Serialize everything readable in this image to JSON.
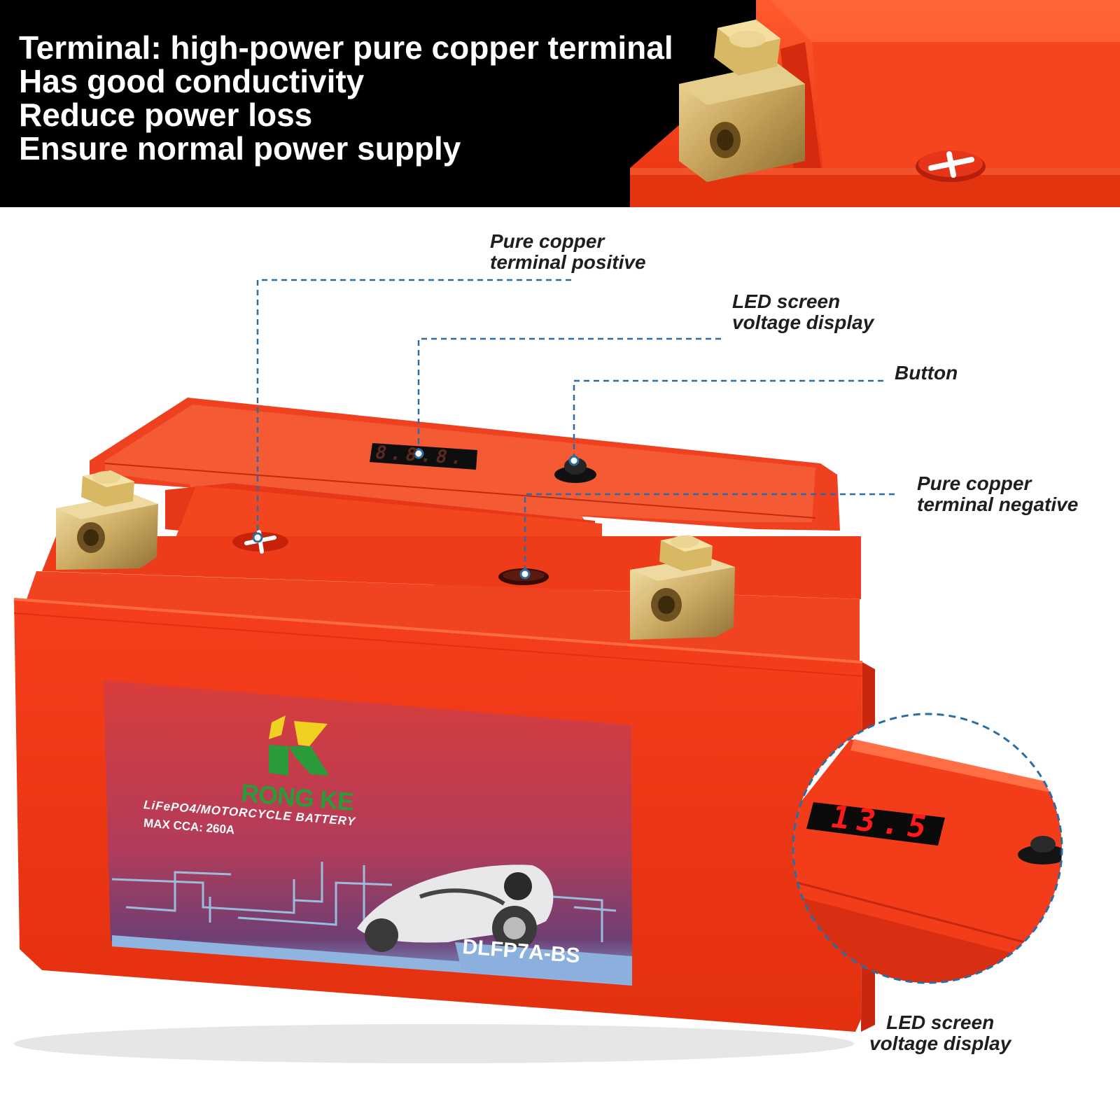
{
  "header": {
    "lines": [
      "Terminal: high-power pure copper terminal",
      "Has good conductivity",
      "Reduce power loss",
      "Ensure normal power supply"
    ]
  },
  "callouts": {
    "positive": {
      "line1": "Pure copper",
      "line2": "terminal positive"
    },
    "led_top": {
      "line1": "LED screen",
      "line2": "voltage display"
    },
    "button": {
      "line1": "Button"
    },
    "negative": {
      "line1": "Pure copper",
      "line2": "terminal negative"
    },
    "led_zoom": {
      "line1": "LED screen",
      "line2": "voltage display"
    }
  },
  "battery_label": {
    "brand": "RONG KE",
    "type": "LiFePO4/MOTORCYCLE BATTERY",
    "cca": "MAX CCA: 260A",
    "model": "DLFP7A-BS"
  },
  "displays": {
    "top": "8.8.8.",
    "zoom": "13.5"
  },
  "colors": {
    "battery_red": "#f2361a",
    "battery_dark": "#d42812",
    "copper": "#c9a85e",
    "callout_line": "#2b6ca3",
    "led_red": "#ff1a1a"
  }
}
